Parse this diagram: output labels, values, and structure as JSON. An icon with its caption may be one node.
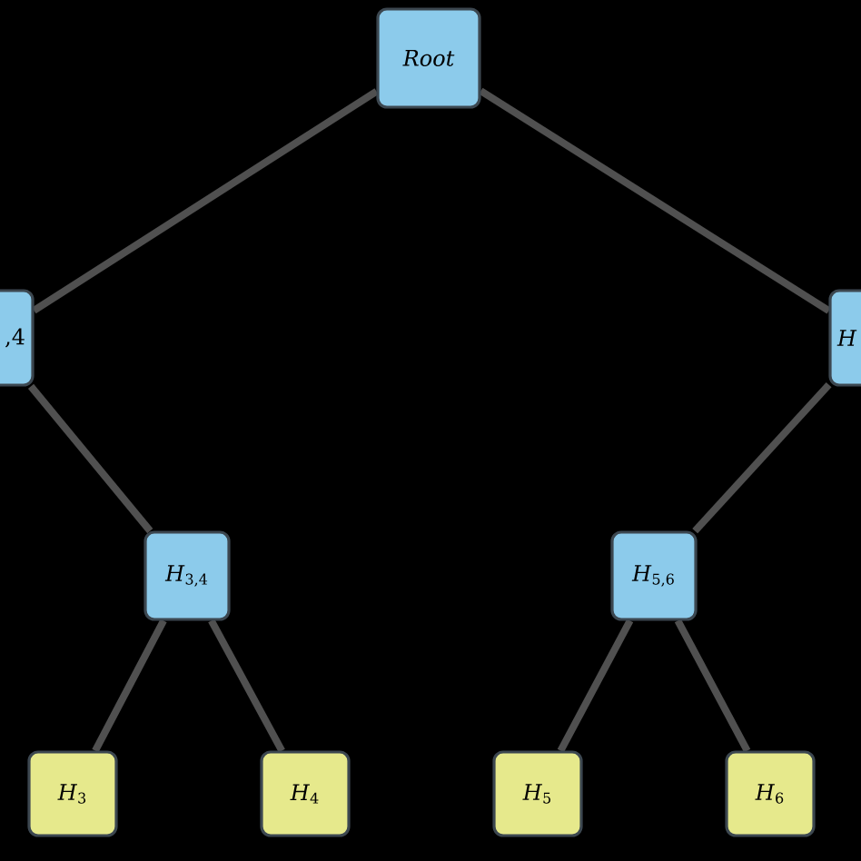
{
  "diagram": {
    "nodes": [
      {
        "text": [
          "Root"
        ]
      },
      {
        "text": [
          ",4"
        ]
      },
      {
        "text": [
          "*H*"
        ]
      },
      {
        "text": [
          "*H*$_{3,4}$"
        ]
      },
      {
        "text": [
          "*H*$_{5,6}$"
        ]
      },
      {
        "text": [
          "*H*$_{3}$"
        ]
      },
      {
        "text": [
          "*H*$_{4}$"
        ]
      },
      {
        "text": [
          "*H*$_{5}$"
        ]
      },
      {
        "text": [
          "*H*$_{6}$"
        ]
      }
    ],
    "edges": [
      {
        "from": 0,
        "to": 1,
        "arrow": "none"
      },
      {
        "from": 0,
        "to": 2,
        "arrow": "none"
      },
      {
        "from": 1,
        "to": 3,
        "arrow": "none"
      },
      {
        "from": 2,
        "to": 4,
        "arrow": "none"
      },
      {
        "from": 3,
        "to": 5,
        "arrow": "none"
      },
      {
        "from": 3,
        "to": 6,
        "arrow": "none"
      },
      {
        "from": 4,
        "to": 7,
        "arrow": "none"
      },
      {
        "from": 4,
        "to": 8,
        "arrow": "none"
      }
    ]
  }
}
